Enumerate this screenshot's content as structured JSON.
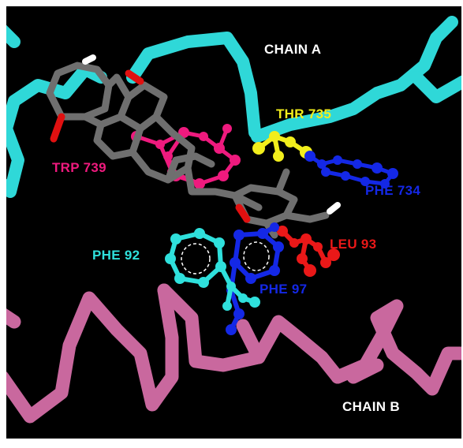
{
  "labels": {
    "chain_a": "CHAIN A",
    "chain_b": "CHAIN B",
    "thr_735": "THR 735",
    "trp_739": "TRP 739",
    "phe_734": "PHE 734",
    "leu_93": "LEU 93",
    "phe_92": "PHE 92",
    "phe_97": "PHE 97"
  },
  "colors": {
    "background": "#000000",
    "chain_a": "#2fd8d8",
    "chain_b": "#c9689e",
    "ligand": "#6f6f6f",
    "oxygen": "#e01010",
    "hydrogen": "#ffffff",
    "thr_735": "#f2ee1c",
    "trp_739": "#ef1a7e",
    "phe_734": "#1428e6",
    "leu_93": "#ea1818",
    "phe_92": "#2fe0dc",
    "phe_97": "#1428e6",
    "label_white": "#ffffff"
  }
}
